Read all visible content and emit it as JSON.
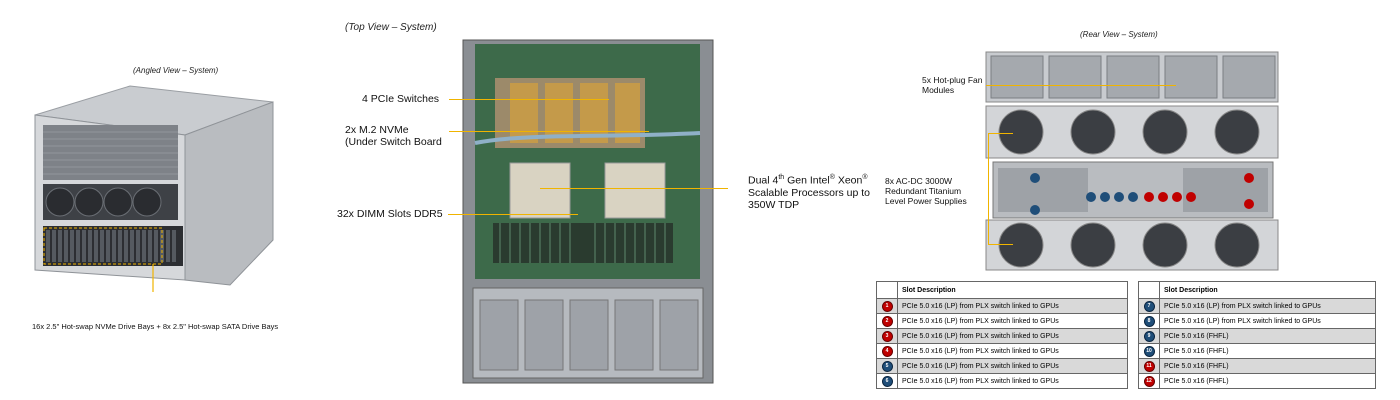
{
  "views": {
    "angled": {
      "caption": "(Angled View – System)",
      "drive_label": "16x 2.5\" Hot-swap NVMe Drive Bays + 8x 2.5\" Hot-swap SATA Drive Bays"
    },
    "top": {
      "caption": "(Top View – System)",
      "labels": {
        "pcie_switches": "4 PCIe Switches",
        "m2_line1": "2x M.2 NVMe",
        "m2_line2": "(Under Switch Board",
        "dimm": "32x DIMM Slots DDR5",
        "cpu_line1_a": "Dual 4",
        "cpu_line1_sup": "th",
        "cpu_line1_b": " Gen Intel",
        "cpu_line1_reg1": "®",
        "cpu_line1_c": " Xeon",
        "cpu_line1_reg2": "®",
        "cpu_line2": "Scalable Processors up to",
        "cpu_line3": "350W TDP"
      }
    },
    "rear": {
      "caption": "(Rear View – System)",
      "labels": {
        "fan_line1": "5x Hot-plug Fan",
        "fan_line2": "Modules",
        "psu_line1": "8x AC-DC 3000W",
        "psu_line2": "Redundant Titanium",
        "psu_line3": "Level Power Supplies"
      }
    }
  },
  "slot_table_left": {
    "header": "Slot Description",
    "rows": [
      {
        "num": "1",
        "color": "red",
        "desc": "PCIe 5.0 x16 (LP) from PLX switch linked to GPUs"
      },
      {
        "num": "2",
        "color": "red",
        "desc": "PCIe 5.0 x16 (LP) from PLX switch linked to GPUs"
      },
      {
        "num": "3",
        "color": "red",
        "desc": "PCIe 5.0 x16 (LP) from PLX switch linked to GPUs"
      },
      {
        "num": "4",
        "color": "red",
        "desc": "PCIe 5.0 x16 (LP) from PLX switch linked to GPUs"
      },
      {
        "num": "5",
        "color": "blue",
        "desc": "PCIe 5.0 x16 (LP) from PLX switch linked to GPUs"
      },
      {
        "num": "6",
        "color": "blue",
        "desc": "PCIe 5.0 x16 (LP) from PLX switch linked to GPUs"
      }
    ]
  },
  "slot_table_right": {
    "header": "Slot Description",
    "rows": [
      {
        "num": "7",
        "color": "blue",
        "desc": "PCIe 5.0 x16 (LP) from PLX switch linked to GPUs"
      },
      {
        "num": "8",
        "color": "blue",
        "desc": "PCIe 5.0 x16 (LP) from PLX switch linked to GPUs"
      },
      {
        "num": "9",
        "color": "blue",
        "desc": "PCIe 5.0 x16 (FHFL)"
      },
      {
        "num": "10",
        "color": "blue",
        "desc": "PCIe 5.0 x16 (FHFL)"
      },
      {
        "num": "11",
        "color": "red",
        "desc": "PCIe 5.0 x16 (FHFL)"
      },
      {
        "num": "12",
        "color": "red",
        "desc": "PCIe 5.0 x16 (FHFL)"
      }
    ]
  },
  "colors": {
    "callout_line": "#f0b400",
    "slot_red": "#c00000",
    "slot_blue": "#1f4e79"
  }
}
